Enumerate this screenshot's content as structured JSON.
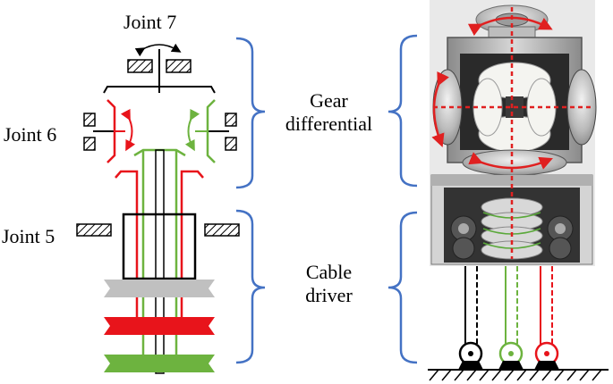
{
  "labels": {
    "joint7": "Joint 7",
    "joint6": "Joint 6",
    "joint5": "Joint 5",
    "gear_line1": "Gear",
    "gear_line2": "differential",
    "cable_line1": "Cable",
    "cable_line2": "driver"
  },
  "colors": {
    "red": "#e8141b",
    "green": "#6db33f",
    "gray": "#c0c0c0",
    "bracket_blue": "#4472c4",
    "black": "#000000",
    "arrow_red": "#e02020"
  }
}
